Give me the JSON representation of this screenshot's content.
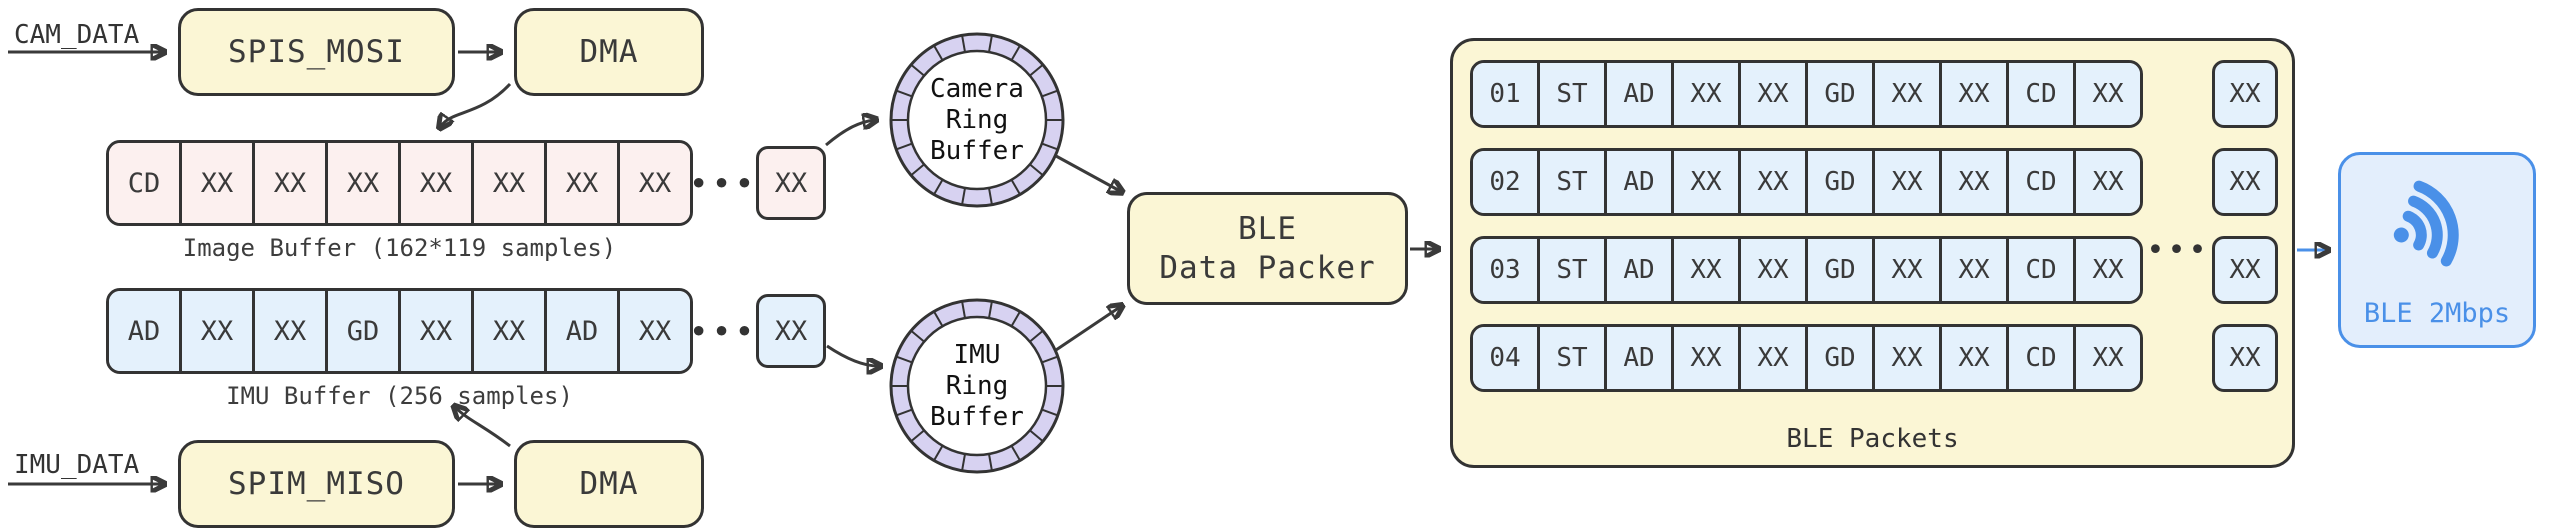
{
  "colors": {
    "box_yellow": "#fbf6d5",
    "cell_pink": "#fcf0ef",
    "cell_blue": "#e4f1fc",
    "ring_lavender": "#d7d2f1",
    "outline_dark": "#333333",
    "text_dark": "#3a3a3a",
    "accent_blue": "#4a90e8",
    "radio_fill": "#e3eefc"
  },
  "inputs": {
    "cam_label": "CAM_DATA",
    "imu_label": "IMU_DATA"
  },
  "blocks": {
    "spis": "SPIS_MOSI",
    "dma_top": "DMA",
    "spim": "SPIM_MISO",
    "dma_bottom": "DMA",
    "packer_line1": "BLE",
    "packer_line2": "Data Packer"
  },
  "image_buffer": {
    "cells": [
      "CD",
      "XX",
      "XX",
      "XX",
      "XX",
      "XX",
      "XX",
      "XX"
    ],
    "ellipsis": "•••",
    "tail": "XX",
    "caption": "Image Buffer (162*119 samples)"
  },
  "imu_buffer": {
    "cells": [
      "AD",
      "XX",
      "XX",
      "GD",
      "XX",
      "XX",
      "AD",
      "XX"
    ],
    "ellipsis": "•••",
    "tail": "XX",
    "caption": "IMU Buffer (256 samples)"
  },
  "rings": {
    "camera": [
      "Camera",
      "Ring",
      "Buffer"
    ],
    "imu": [
      "IMU",
      "Ring",
      "Buffer"
    ]
  },
  "packets": {
    "caption": "BLE Packets",
    "ellipsis": "•••",
    "rows": [
      [
        "01",
        "ST",
        "AD",
        "XX",
        "XX",
        "GD",
        "XX",
        "XX",
        "CD",
        "XX"
      ],
      [
        "02",
        "ST",
        "AD",
        "XX",
        "XX",
        "GD",
        "XX",
        "XX",
        "CD",
        "XX"
      ],
      [
        "03",
        "ST",
        "AD",
        "XX",
        "XX",
        "GD",
        "XX",
        "XX",
        "CD",
        "XX"
      ],
      [
        "04",
        "ST",
        "AD",
        "XX",
        "XX",
        "GD",
        "XX",
        "XX",
        "CD",
        "XX"
      ]
    ],
    "tails": [
      "XX",
      "XX",
      "XX",
      "XX"
    ]
  },
  "radio": {
    "label": "BLE 2Mbps",
    "icon": "ble-signal-icon"
  }
}
